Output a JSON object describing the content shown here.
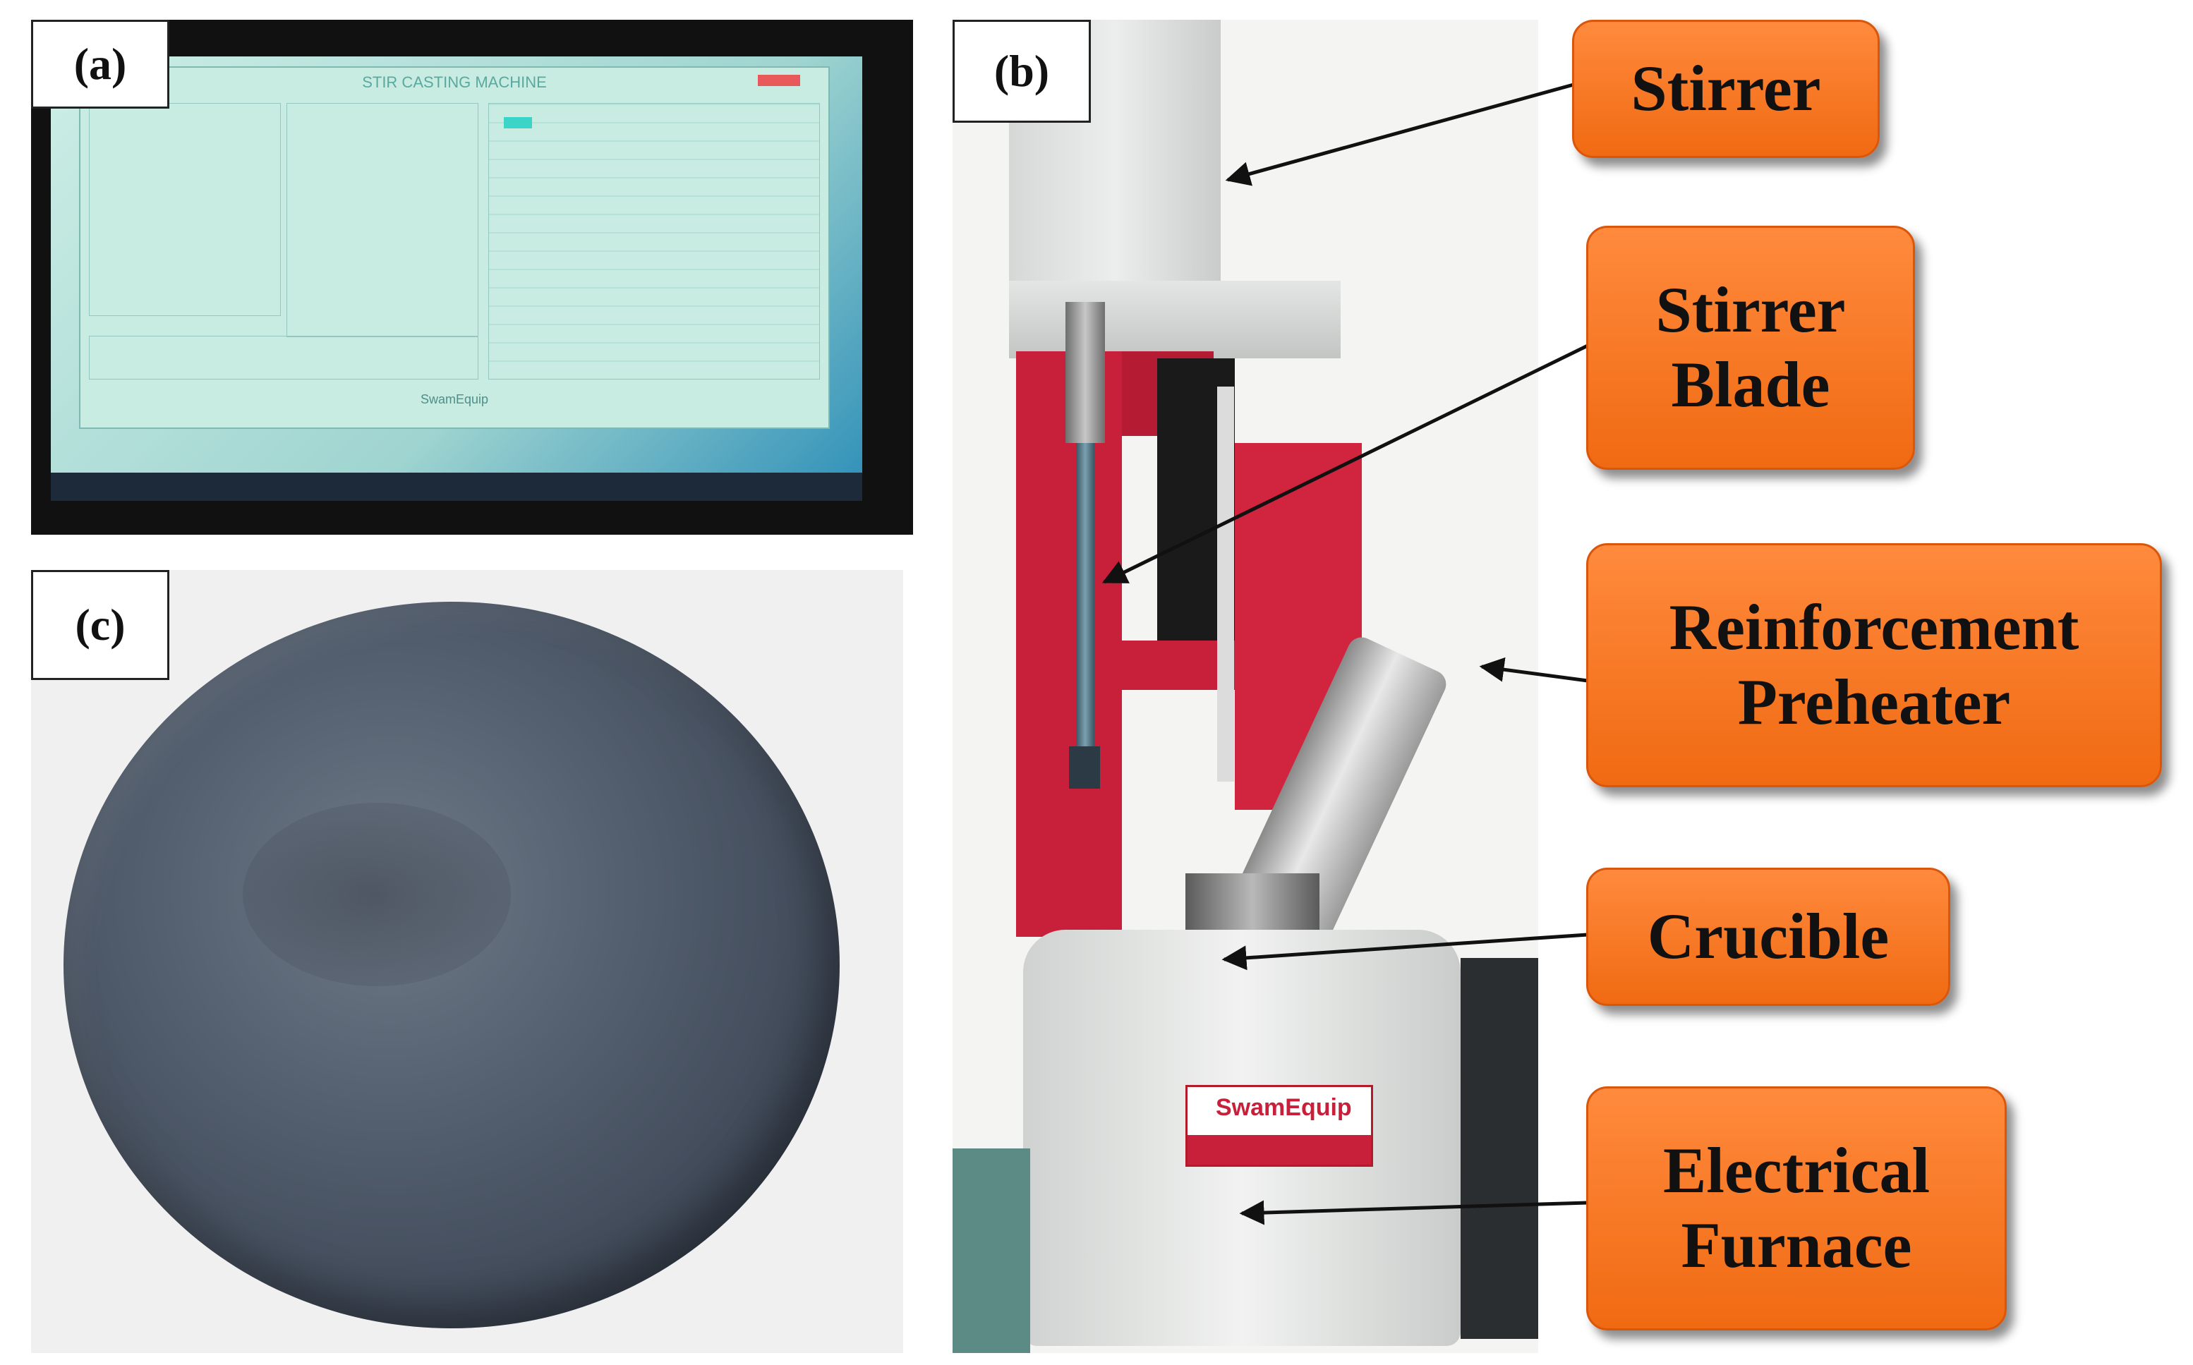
{
  "panels": {
    "a": {
      "tag": "(a)"
    },
    "b": {
      "tag": "(b)"
    },
    "c": {
      "tag": "(c)"
    }
  },
  "monitor": {
    "app_title": "STIR CASTING MACHINE",
    "footer_brand": "SwamEquip"
  },
  "furnace_plate": {
    "brand": "SwamEquip"
  },
  "callouts": {
    "stirrer": {
      "line1": "Stirrer"
    },
    "stirrer_blade": {
      "line1": "Stirrer",
      "line2": "Blade"
    },
    "preheater": {
      "line1": "Reinforcement",
      "line2": "Preheater"
    },
    "crucible": {
      "line1": "Crucible"
    },
    "furnace": {
      "line1": "Electrical",
      "line2": "Furnace"
    }
  },
  "colors": {
    "callout_fill": "#f57a25",
    "machine_red": "#c8203a",
    "monitor_screen": "#bfe6dd",
    "sample_gray": "#4a5566"
  }
}
